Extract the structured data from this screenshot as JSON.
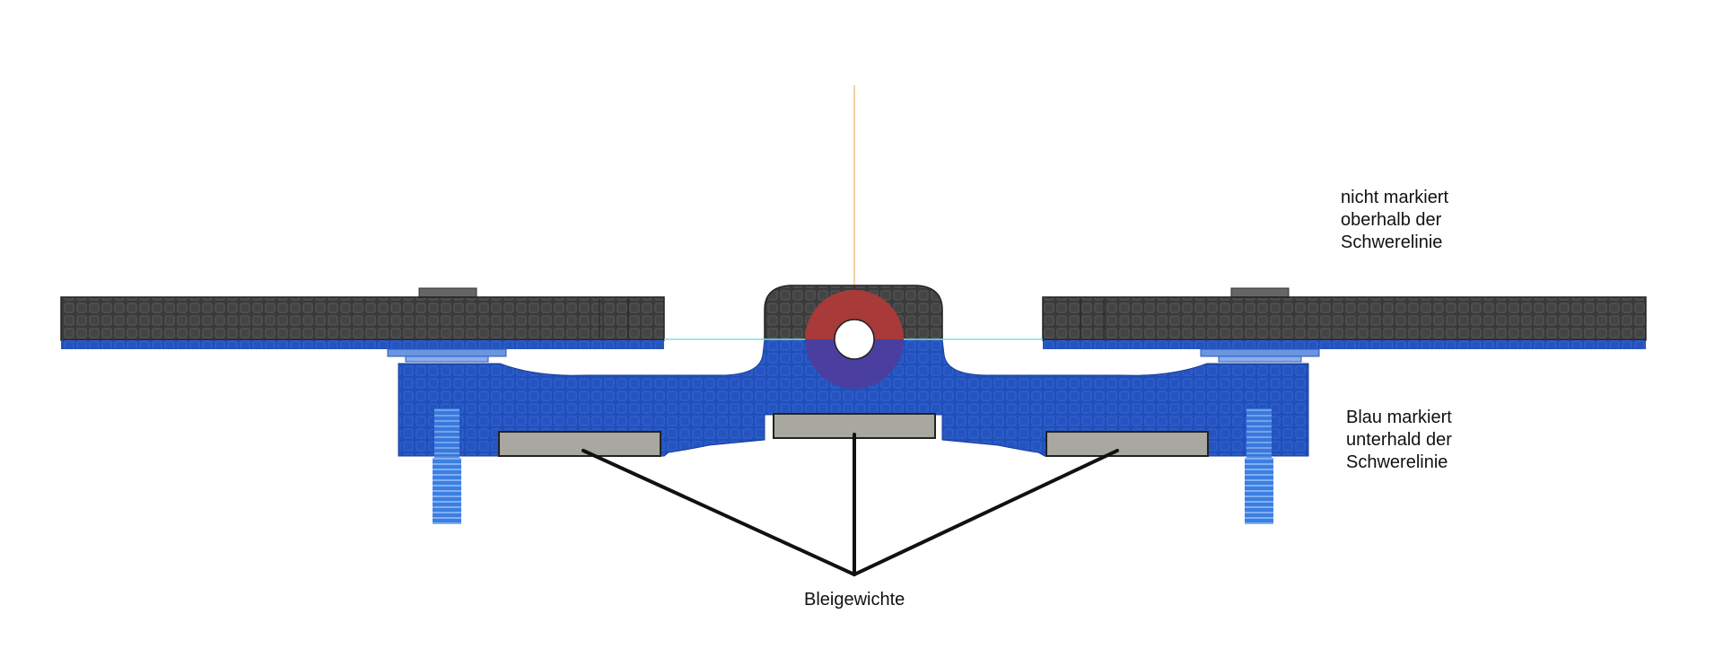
{
  "labels": {
    "top_right": [
      "nicht markiert",
      "oberhalb der",
      "Schwerelinie"
    ],
    "bottom_right": [
      "Blau markiert",
      "unterhald der",
      "Schwerelinie"
    ],
    "bottom_center": "Bleigewichte"
  },
  "colors": {
    "background": "#ffffff",
    "carbon_dark": "#3a3a3a",
    "carbon_cell": "#555555",
    "blue_marked": "#1f4fb8",
    "blue_cell": "#2e62cc",
    "lead_weight": "#a8a8a0",
    "ring_top": "#a83a3a",
    "ring_bottom": "#4a3fa0",
    "gravity_line": "#7fe0d8",
    "axis_line": "#f0c28a",
    "screw": "#3d7fe0",
    "leader": "#111111"
  }
}
